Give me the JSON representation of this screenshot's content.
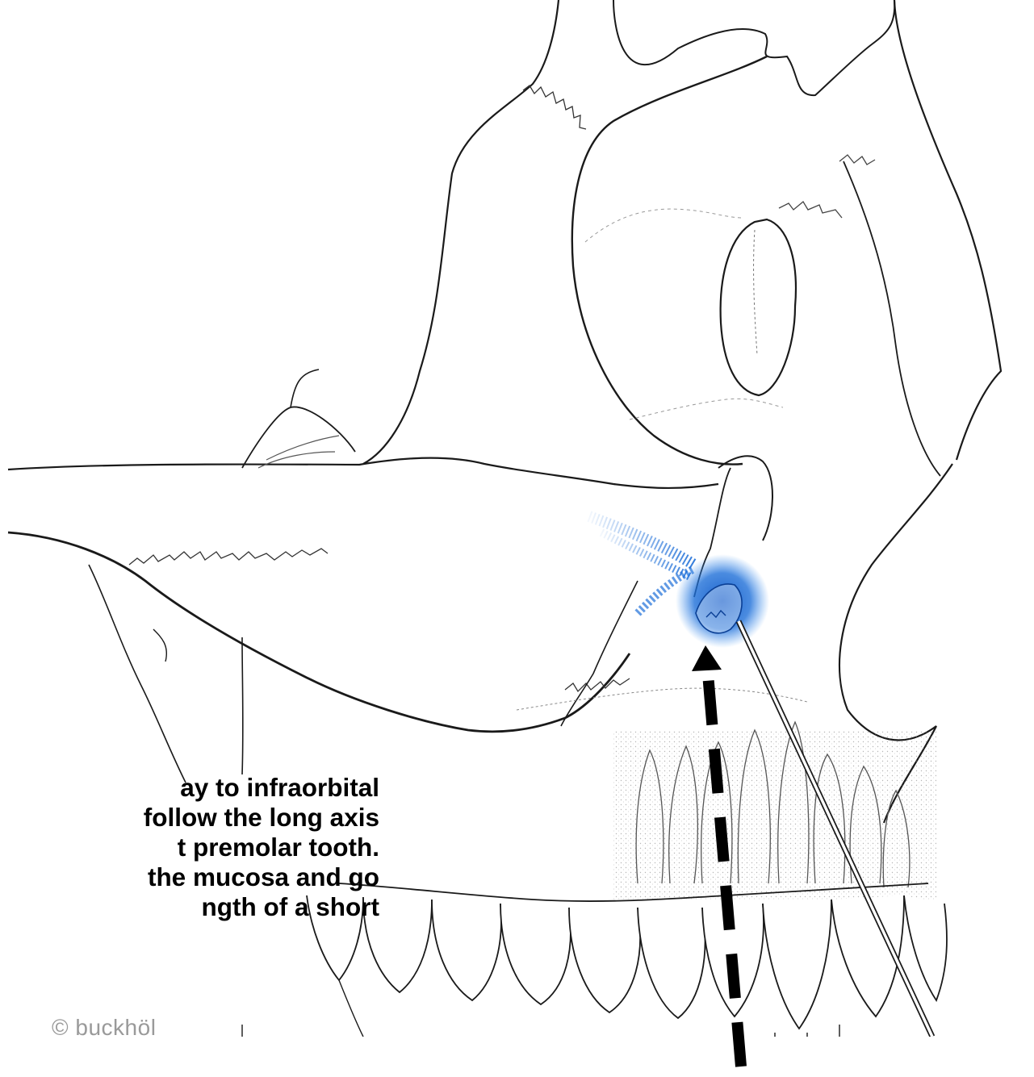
{
  "caption": {
    "lines": [
      "ay to infraorbital",
      "follow the long axis",
      "t premolar tooth.",
      " the mucosa and go",
      "ngth of a short"
    ]
  },
  "watermark": "© buckhöl",
  "colors": {
    "line": "#1a1a1a",
    "injection_site": "#1e6fd8",
    "needle_arrow": "#000000",
    "needle_line": "#ffffff"
  }
}
